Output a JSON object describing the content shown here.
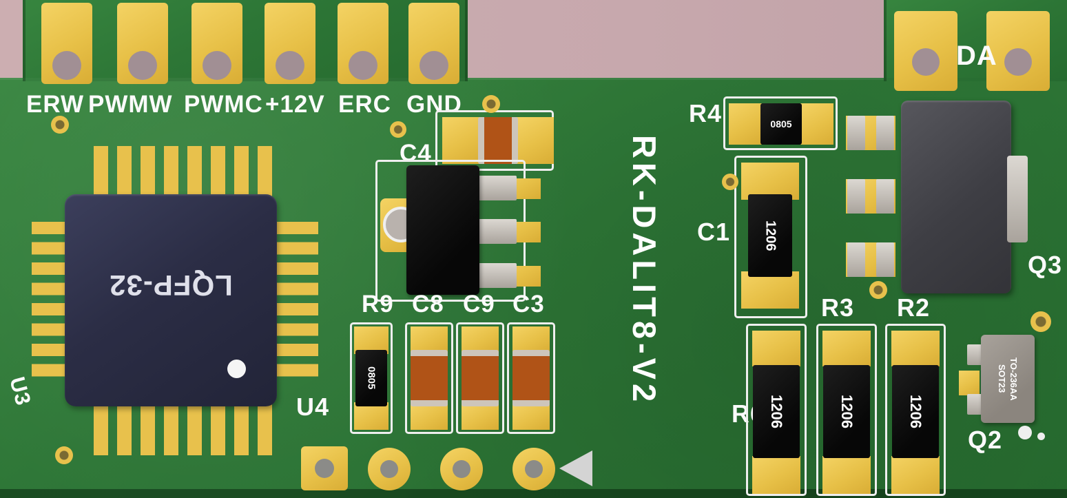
{
  "board": {
    "title": "RK-DALIT8-V2",
    "colors": {
      "background": "#c9aaaf",
      "pcb_green": "#2d7636",
      "pad_yellow": "#e8c14c",
      "silkscreen_white": "#efefef",
      "ic_body_navy": "#2b2d45",
      "capacitor_orange": "#b05317",
      "component_black": "#0c0c0c",
      "metal_gray": "#c6beb4"
    }
  },
  "connectors": {
    "labels": [
      "ERW",
      "PWMW",
      "PWMC",
      "+12V",
      "ERC",
      "GND"
    ]
  },
  "ics": {
    "u3": {
      "ref": "U3",
      "package": "LQFP-32"
    },
    "u4": {
      "ref": "U4"
    }
  },
  "components": {
    "c4": {
      "ref": "C4"
    },
    "r9": {
      "ref": "R9",
      "marking": "0805"
    },
    "c8": {
      "ref": "C8"
    },
    "c9": {
      "ref": "C9"
    },
    "c3": {
      "ref": "C3"
    },
    "r4": {
      "ref": "R4",
      "marking": "0805"
    },
    "c1": {
      "ref": "C1",
      "marking": "1206"
    },
    "r6": {
      "ref": "R6",
      "marking": "1206"
    },
    "r3": {
      "ref": "R3",
      "marking": "1206"
    },
    "r2": {
      "ref": "R2",
      "marking": "1206"
    },
    "q3": {
      "ref": "Q3"
    },
    "q2": {
      "ref": "Q2",
      "marking_line1": "SOT23",
      "marking_line2": "TO-236AA"
    },
    "da": {
      "ref": "DA"
    }
  }
}
